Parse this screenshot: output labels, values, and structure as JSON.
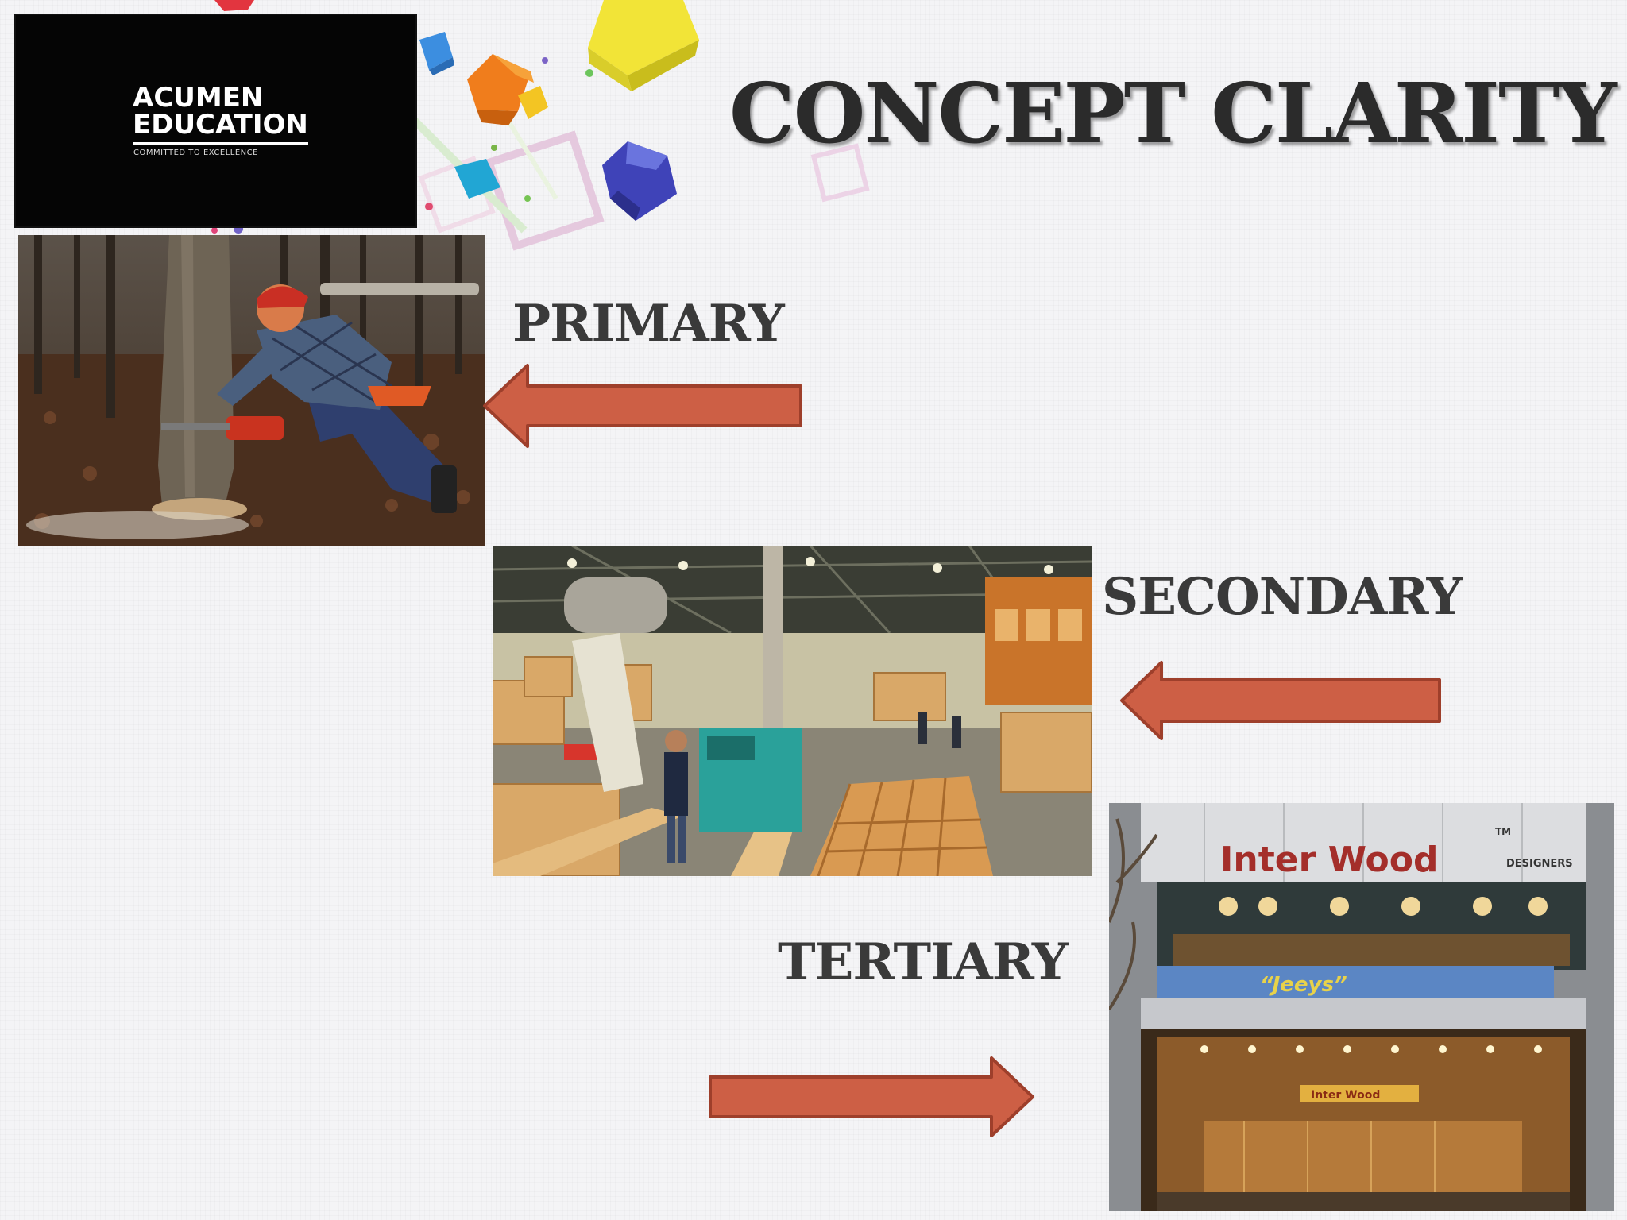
{
  "logo": {
    "line1": "ACUMEN",
    "line2": "EDUCATION",
    "tagline": "COMMITTED TO EXCELLENCE"
  },
  "title": "CONCEPT CLARITY",
  "labels": {
    "primary": "PRIMARY",
    "secondary": "SECONDARY",
    "tertiary": "TERTIARY"
  },
  "store_sign": {
    "name": "Inter Wood",
    "tm": "TM",
    "sub": "DESIGNERS",
    "inner_sign": "Inter Wood"
  },
  "colors": {
    "arrow_fill": "#cd5f45",
    "arrow_stroke": "#9e3f2b",
    "title_text": "#2b2b2b",
    "label_text": "#3a3a3a"
  },
  "icons": [
    "arrow-left-icon",
    "arrow-left-icon",
    "arrow-right-icon"
  ]
}
